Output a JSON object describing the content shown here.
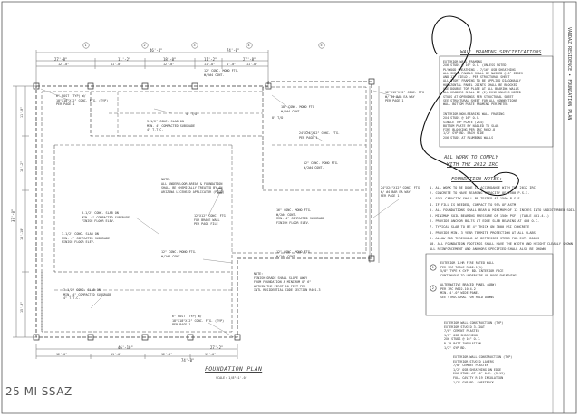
{
  "plan": {
    "title": "FOUNDATION PLAN",
    "scale": "SCALE: 1/8\"=1'-0\"",
    "dims_top": [
      "74'-0\"",
      "46'-4\"",
      "27'-8\"",
      "11'-2\"",
      "18'-0\"",
      "11'-2\"",
      "27'-8\""
    ],
    "dims_sub": [
      "12'-0\"",
      "11'-0\"",
      "12'-0\"",
      "11'-8\"",
      "4'-0\"",
      "11'-8\""
    ],
    "dims_bottom": [
      "74'-0\"",
      "46'-10\"",
      "27'-2\"",
      "12'-0\"",
      "11'-0\"",
      "12'-0\"",
      "11'-0\""
    ],
    "dims_left": [
      "37'-0\"",
      "11'-0\"",
      "18'-2\"",
      "18'-10\"",
      "15'-0\""
    ],
    "pins": [
      "1",
      "2",
      "3",
      "4",
      "5"
    ],
    "notes": [
      {
        "lines": [
          "6\" POST (TYP) W/",
          "18\"X18\"X12\" CONC. FTG. (TYP)",
          "PER PAGE 1"
        ]
      },
      {
        "lines": [
          "12\" CONC. MONO FTG.",
          "W/2#4 CONT."
        ]
      },
      {
        "lines": [
          "3-1/2\" CONC. SLAB ON",
          "MIN. 4\" COMPACTED SUBGRADE",
          "4\" T.T.C."
        ]
      },
      {
        "lines": [
          "4\" T/D"
        ]
      },
      {
        "lines": [
          "18\" CONC. MONO FTG",
          "W/2#4 CONT."
        ]
      },
      {
        "lines": [
          "8\" T/D"
        ]
      },
      {
        "lines": [
          "24\"X24\"X12\" CONC. FTG.",
          "PER PAGE 1"
        ]
      },
      {
        "lines": [
          "NOTE:",
          "ALL UNDERFLOOR AREAS & FOUNDATION",
          "SHALL BE CHEMICALLY TREATED BY AN",
          "ARIZONA LICENSED APPLICATOR (PC&D)"
        ]
      },
      {
        "lines": [
          "12\" CONC. MONO FTG.",
          "W/2#4 CONT."
        ]
      },
      {
        "lines": [
          "3-1/2\" CONC. SLAB ON",
          "MIN. 4\" COMPACTED SUBGRADE",
          "FINISH FLOOR ELEV."
        ]
      },
      {
        "lines": [
          "12\"X12\" CONC. FTG",
          "FOR BRACE WALL",
          "PER PAGE FILE"
        ]
      },
      {
        "lines": [
          "16\" CONC. MONO FTG.",
          "W/2#4 CONT.",
          "MIN. 4\" COMPACTED SUBGRADE",
          "FINISH FLOOR ELEV."
        ]
      },
      {
        "lines": [
          "3-1/2\" CONC. SLAB ON",
          "MIN. 4\" COMPACTED SUBGRADE",
          "FINISH FLOOR ELEV."
        ]
      },
      {
        "lines": [
          "12\" CONC. MONO FTG.",
          "W/2#4 CONT."
        ]
      },
      {
        "lines": [
          "12\" CONC. MONO FTG.",
          "W/2#4 CONT."
        ]
      },
      {
        "lines": [
          "3-1/2\" CONC. SLAB ON",
          "MIN. 4\" COMPACTED SUBGRADE",
          "4\" T.T.C."
        ]
      },
      {
        "lines": [
          "NOTE:",
          "FINISH GRADE SHALL SLOPE AWAY",
          "FROM FOUNDATION A MINIMUM OF 6\"",
          "WITHIN THE FIRST 10 FEET PER",
          "INTL RESIDENTIAL CODE SECTION R401.3"
        ]
      },
      {
        "lines": [
          "6\" POST (TYP) W/",
          "18\"X18\"X12\" CONC. FTG. (TYP)",
          "PER PAGE 1"
        ]
      },
      {
        "lines": [
          "12\"X12\"X12\" CONC. FTG",
          "W/ #4 BAR EA WAY",
          "PER PAGE 1"
        ]
      },
      {
        "lines": [
          "24\"X24\"X12\" CONC. FTG",
          "W/ #4 BAR EA WAY",
          "PER PAGE 1"
        ]
      }
    ]
  },
  "wall_framing": {
    "title": "WALL FRAMING SPECIFICATIONS",
    "text": [
      "EXTERIOR WALL FRAMING",
      "2X6 STUDS @ 16\" O.C. (UNLESS NOTED)",
      "PLYWOOD SHEATHING - 7/16\" OSB SHEATHING",
      "ALL SHEAR PANELS SHALL BE NAILED @ 6\" EDGES",
      "AND 12\" FIELD - PER STRUCTURAL SHEET",
      "ALL STORY FRAMING TO BE APPLIED DIAGONALLY",
      "HORIZONTAL PANEL JOINTS SHALL BE BLOCKED",
      "USE DOUBLE TOP PLATE AT ALL BEARING WALLS",
      "ALL HEADERS SHALL BE (2) 2X12 UNLESS NOTED",
      "STUDS AT OPENINGS PER STRUCTURAL SHEET",
      "SEE STRUCTURAL SHEET FOR ALL CONNECTIONS",
      "WALL BOTTOM PLATE FRAMING PERIMETER"
    ],
    "interior": [
      "INTERIOR NON-BEARING WALL FRAMING",
      "2X4 STUDS @ 16\" O.C.",
      "SINGLE TOP PLATE (2X4)",
      "BOTTOM PLATE BY NAILED TO SLAB",
      "FIRE BLOCKING PER IRC R602.8",
      "1/2\" GYP BD. EACH SIDE",
      "2X6 STUDS AT PLUMBING WALLS"
    ]
  },
  "compliance": {
    "line1": "ALL WORK TO COMPLY",
    "line2": "WITH THE 2012 IRC"
  },
  "foundation_notes": {
    "title": "FOUNDATION NOTES:",
    "items": [
      "1. ALL WORK TO BE DONE IN ACCORDANCE WITH THE 2012 IRC",
      "2. CONCRETE TO HAVE BEARING CAPACITY OF 2500 P.S.I.",
      "3. SOIL CAPACITY SHALL BE TESTED AT 1500 P.S.F.",
      "4. IF FILL IS NEEDED, COMPACT TO 95% OF ASTM.",
      "5. ALL FOUNDATIONS SHALL BEAR A MINIMUM OF 12 INCHES INTO UNDISTURBED SOIL",
      "6. MINIMUM SOIL BEARING PRESSURE OF 1500 PSF. (TABLE 401.4.1)",
      "6. PROVIDE ANCHOR BOLTS AT EDGE SLAB BEARING AT 400 O.C.",
      "7. TYPICAL SLAB TO BE 4\" THICK ON 3000 PSI CONCRETE",
      "8. PROVIDE MIN. 3 YEAR TERMITE PROTECTION AT ALL SLABS",
      "9. ALLOW FOR THRESHOLD AT DEPRESSED STEMS FOR EXT. DOORS",
      "10. ALL FOUNDATION FOOTINGS SHALL HAVE THE WIDTH AND HEIGHT CLEARLY SHOWN",
      "    ALL REINFORCEMENT AND ANCHORS SPECIFIED SHALL ALSO BE SHOWN"
    ]
  },
  "legend": {
    "items": [
      {
        "mark": "1",
        "lines": [
          "EXTERIOR 1-HR FIRE RATED WALL",
          "PER IRC TABLE R302.1(1)",
          "5/8\" TYPE X GYP. BD. INTERIOR FACE",
          "CONTINUOUS TO UNDERSIDE OF ROOF SHEATHING"
        ]
      },
      {
        "mark": "2",
        "lines": [
          "ALTERNATIVE BRACED PANEL (ABW)",
          "PER IRC R602.10.4.2",
          "MIN. 4'-0\" WIDE PANEL",
          "SEE STRUCTURAL FOR HOLD DOWNS"
        ]
      }
    ]
  },
  "sections": [
    {
      "title": "EXTERIOR WALL CONSTRUCTION (TYP)",
      "lines": [
        "EXTERIOR STUCCO 3-COAT",
        "7/8\" CEMENT PLASTER",
        "1/2\" OSB SHEATHING",
        "2X6 STUDS @ 16\" O.C.",
        "R-19 BATT INSULATION",
        "1/2\" GYP BD."
      ]
    },
    {
      "title": "EXTERIOR WALL CONSTRUCTION (TYP)",
      "lines": [
        "EXTERIOR STUCCO LAYERS",
        "7/8\" CEMENT PLASTER",
        "1/2\" OSB SHEATHING ON EDGE",
        "2X6 STUDS AT 16\" O.C. (R-19)",
        "FULL CAVITY R-19 INSULATION",
        "1/2\" GYP BD. SHEETROCK"
      ]
    }
  ],
  "side_title": "VANDAZ RESIDENCE • FOUNDATION PLAN",
  "watermark": "25 MI SSAZ"
}
